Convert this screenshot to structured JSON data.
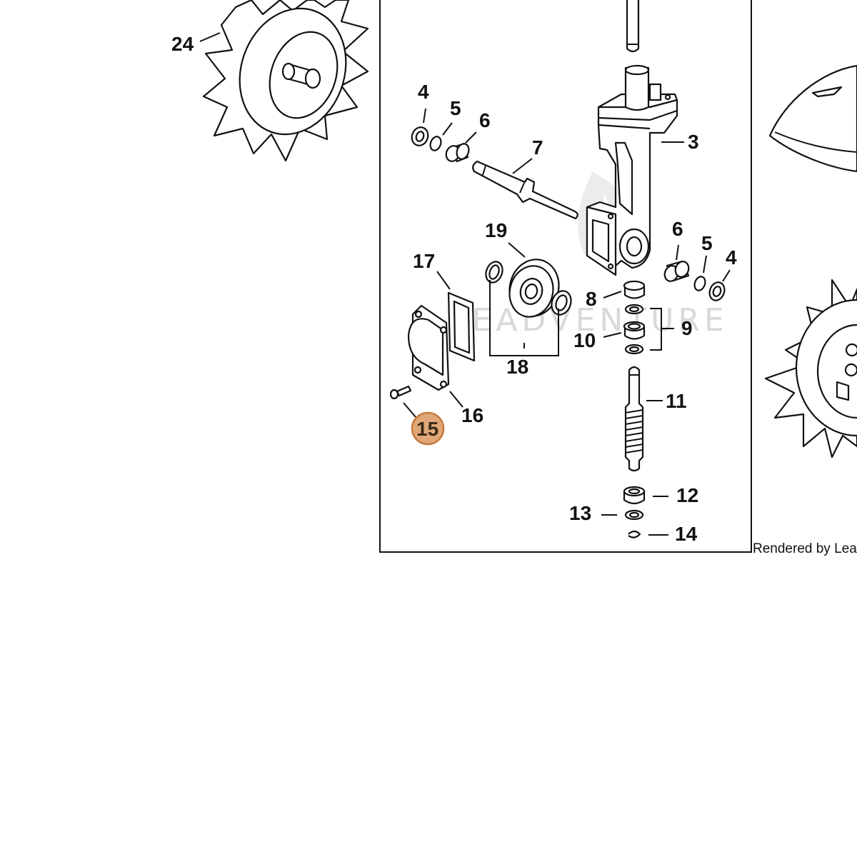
{
  "diagram": {
    "watermark": "LEADVENTURE",
    "credit": "Rendered by Lead",
    "highlight_color": "#e0a878",
    "highlight_border": "#c8793c",
    "highlighted_callout": "15",
    "callouts": {
      "c3": "3",
      "c4a": "4",
      "c4b": "4",
      "c5a": "5",
      "c5b": "5",
      "c6a": "6",
      "c6b": "6",
      "c7": "7",
      "c8": "8",
      "c9": "9",
      "c10": "10",
      "c11": "11",
      "c12": "12",
      "c13": "13",
      "c14": "14",
      "c15": "15",
      "c16": "16",
      "c17": "17",
      "c18": "18",
      "c19": "19",
      "c24": "24"
    }
  }
}
